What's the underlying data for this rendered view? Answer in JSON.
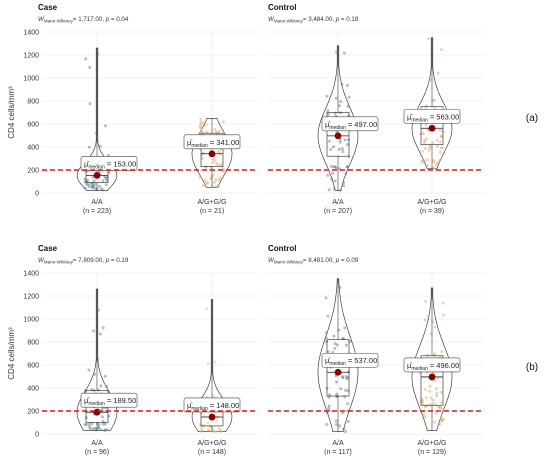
{
  "chart_data": [
    {
      "type": "violin-box",
      "row": "(a)",
      "title": "Case",
      "stat": {
        "w_sub": "Mann-Whitney",
        "value": "= 1,717.00, ",
        "p": "= 0.04"
      },
      "ylabel": "CD4 cells/mm³",
      "yticks": [
        0,
        200,
        400,
        600,
        800,
        1000,
        1200,
        1400
      ],
      "ylim": [
        0,
        1400
      ],
      "threshold": 200,
      "groups": [
        {
          "name": "A/A",
          "n": "(n = 223)",
          "median": 153.0,
          "median_label": "153.00",
          "q1": 90,
          "q3": 270,
          "min": 20,
          "max": 1260,
          "color": "#5e7f8e"
        },
        {
          "name": "A/G+G/G",
          "n": "(n = 21)",
          "median": 341.0,
          "median_label": "341.00",
          "q1": 230,
          "q3": 520,
          "min": 50,
          "max": 650,
          "color": "#e3a36b"
        }
      ]
    },
    {
      "type": "violin-box",
      "row": "(a)",
      "title": "Control",
      "stat": {
        "w_sub": "Mann-Whitney",
        "value": "= 3,484.00, ",
        "p": "= 0.18"
      },
      "ylabel": "",
      "yticks": [],
      "ylim": [
        0,
        1400
      ],
      "threshold": 200,
      "groups": [
        {
          "name": "A/A",
          "n": "(n = 207)",
          "median": 497.0,
          "median_label": "497.00",
          "q1": 320,
          "q3": 700,
          "min": 20,
          "max": 1280,
          "color": "#5e7f8e"
        },
        {
          "name": "A/G+G/G",
          "n": "(n = 39)",
          "median": 563.0,
          "median_label": "563.00",
          "q1": 420,
          "q3": 750,
          "min": 210,
          "max": 1350,
          "color": "#e3a36b"
        }
      ]
    },
    {
      "type": "violin-box",
      "row": "(b)",
      "title": "Case",
      "stat": {
        "w_sub": "Mann-Whitney",
        "value": "= 7,809.00, ",
        "p": "= 0.19"
      },
      "ylabel": "CD4 cells/mm³",
      "yticks": [
        0,
        200,
        400,
        600,
        800,
        1000,
        1200,
        1400
      ],
      "ylim": [
        0,
        1400
      ],
      "threshold": 200,
      "groups": [
        {
          "name": "A/A",
          "n": "(n = 96)",
          "median": 189.5,
          "median_label": "189.50",
          "q1": 100,
          "q3": 380,
          "min": 30,
          "max": 1260,
          "color": "#5e7f8e"
        },
        {
          "name": "A/G+G/G",
          "n": "(n = 148)",
          "median": 148.0,
          "median_label": "148.00",
          "q1": 70,
          "q3": 300,
          "min": 20,
          "max": 1170,
          "color": "#e3c28a"
        }
      ]
    },
    {
      "type": "violin-box",
      "row": "(b)",
      "title": "Control",
      "stat": {
        "w_sub": "Mann-Whitney",
        "value": "= 8,481.00, ",
        "p": "= 0.09"
      },
      "ylabel": "",
      "yticks": [],
      "ylim": [
        0,
        1400
      ],
      "threshold": 200,
      "groups": [
        {
          "name": "A/A",
          "n": "(n = 117)",
          "median": 537.0,
          "median_label": "537.00",
          "q1": 330,
          "q3": 820,
          "min": 20,
          "max": 1350,
          "color": "#5e7f8e"
        },
        {
          "name": "A/G+G/G",
          "n": "(n = 129)",
          "median": 496.0,
          "median_label": "496.00",
          "q1": 250,
          "q3": 680,
          "min": 30,
          "max": 1270,
          "color": "#c9b06a"
        }
      ]
    }
  ],
  "labels": {
    "median_sub": "median"
  },
  "colors": {
    "threshold": "#d7191c",
    "median_dot": "#8b0000",
    "violin": "#222222",
    "grid": "#e6e6e6"
  }
}
